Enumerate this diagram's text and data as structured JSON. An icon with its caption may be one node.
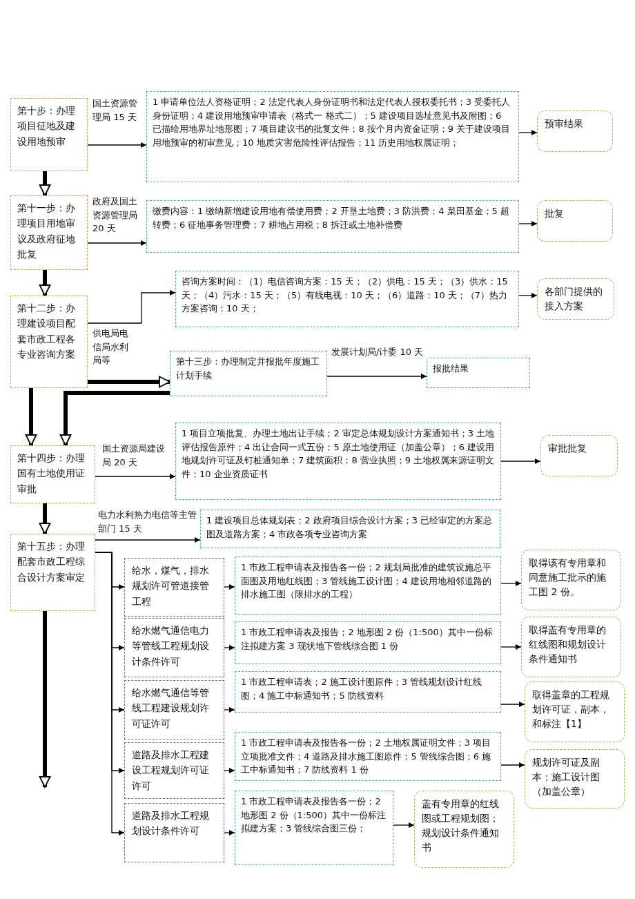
{
  "diagram": {
    "nodes": [
      {
        "text": [
          "第十步：办理项目征地及建设用地预审"
        ]
      },
      {
        "text": [
          "1 申请单位法人资格证明；2 法定代表人身份证明书和法定代表人授权委托书；3 受委托人身份证明；4 建设用地预审申请表（格式一 格式二）；5 建设项目选址意见书及附图；6 已描绘用地界址地形图；7 项目建议书的批复文件；8 按个月内资金证明；9 关于建设项目用地预审的初审意见；10 地质灾害危险性评估报告；11 历史用地权属证明；"
        ]
      },
      {
        "text": [
          "预审结果"
        ]
      },
      {
        "text": [
          "第十一步：办理项目用地审议及政府征地批复"
        ]
      },
      {
        "text": [
          "缴费内容：1 缴纳新增建设用地有偿使用费；2 开垦土地费；3 防洪费；4 菜田基金；5 超转费；6 征地事务管理费；7 耕地占用税；8 拆迁或土地补偿费"
        ]
      },
      {
        "text": [
          "批复"
        ]
      },
      {
        "text": [
          "第十二步：办理建设项目配套市政工程各专业咨询方案"
        ]
      },
      {
        "text": [
          "咨询方案时间：（1）电信咨询方案：15 天；（2）供电：15 天；（3）供水：15 天；（4）污水：15 天；（5）有线电视：10 天；（6）道路：10 天；（7）热力方案咨询：10 天；"
        ]
      },
      {
        "text": [
          "各部门提供的接入方案"
        ]
      },
      {
        "text": [
          "第十三步：办理制定并报批年度施工计划手续"
        ]
      },
      {
        "text": [
          "报批结果"
        ]
      },
      {
        "text": [
          "第十四步：办理国有土地使用证审批"
        ]
      },
      {
        "text": [
          "1 项目立项批复、办理土地出让手续；2 审定总体规划设计方案通知书；3 土地评估报告原件；4 出让合同一式五份；5 原土地使用证（加盖公章）；6 建设用地规划许可证及钉桩通知单；7 建筑面积；8 营业执照；9 土地权属来源证明文件；10 企业资质证书"
        ]
      },
      {
        "text": [
          "审批批复"
        ]
      },
      {
        "text": [
          "第十五步：办理配套市政工程综合设计方案审定"
        ]
      },
      {
        "text": [
          "1 建设项目总体规划表；2 政府项目综合设计方案；3 已经审定的方案总图及道路方案；4 市政各项专业咨询方案"
        ]
      },
      {
        "text": [
          "给水，煤气，排水规划许可管道接管工程"
        ]
      },
      {
        "text": [
          "1 市政工程申请表及报告各一份；2 规划局批准的建筑设施总平面图及用地红线图；3 管线施工设计图；4 建设用地相邻道路的排水施工图（限排水的工程）"
        ]
      },
      {
        "text": [
          "取得该有专用章和同意施工批示的施工图 2 份。"
        ]
      },
      {
        "text": [
          "给水燃气通信电力等管线工程规划设计条件许可"
        ]
      },
      {
        "text": [
          "1 市政工程申请表及报告；2 地形图 2 份（1:500）其中一份标注拟建方案 3 现状地下管线综合图 1 份"
        ]
      },
      {
        "text": [
          "取得盖有专用章的红线图和规划设计条件通知书"
        ]
      },
      {
        "text": [
          "给水燃气通信等管线工程建设规划许可证许可"
        ]
      },
      {
        "text": [
          "1 市政工程申请表；2 施工设计图原件；3 管线规划设计红线图；4 施工中标通知书；5 防线资料"
        ]
      },
      {
        "text": [
          "取得盖章的工程规划许可证，副本，和标注【1】"
        ]
      },
      {
        "text": [
          "道路及排水工程建设工程规划许可证许可"
        ]
      },
      {
        "text": [
          "1 市政工程申请表及报告各一份；2 土地权属证明文件；3 项目立项批准文件；4 道路及排水施工图原件；5 管线综合图；6 施工中标通知书；7 防线资料 1 份"
        ]
      },
      {
        "text": [
          "规划许可证及副本；施工设计图（加盖公章）"
        ]
      },
      {
        "text": [
          "道路及排水工程规划设计条件许可"
        ]
      },
      {
        "text": [
          "1 市政工程申请表及报告各一份；2 地形图 2 份（1:500）其中一份标注拟建方案；3 管线综合图三份；"
        ]
      },
      {
        "text": [
          "盖有专用章的红线图或工程规划图；规划设计条件通知书"
        ]
      }
    ],
    "edges": [
      {
        "from": 0,
        "to": 1,
        "arrow": "to",
        "label": "国土资源管理局 15 天"
      },
      {
        "from": 1,
        "to": 2,
        "arrow": "to"
      },
      {
        "from": 0,
        "to": 3,
        "arrow": "to",
        "style": "thick"
      },
      {
        "from": 3,
        "to": 4,
        "arrow": "to",
        "label": "政府及国土资源管理局 20 天"
      },
      {
        "from": 4,
        "to": 5,
        "arrow": "to"
      },
      {
        "from": 3,
        "to": 6,
        "arrow": "to",
        "style": "thick"
      },
      {
        "from": 6,
        "to": 7,
        "arrow": "to",
        "label": "供电局电信局水利局等"
      },
      {
        "from": 7,
        "to": 8,
        "arrow": "to"
      },
      {
        "from": 6,
        "to": 9,
        "arrow": "to",
        "style": "thick"
      },
      {
        "from": 9,
        "to": 10,
        "arrow": "to",
        "label": "发展计划局/计委 10 天"
      },
      {
        "from": 6,
        "to": 11,
        "arrow": "to",
        "style": "thick"
      },
      {
        "from": 9,
        "to": 11,
        "arrow": "to",
        "style": "thick"
      },
      {
        "from": 11,
        "to": 12,
        "arrow": "to",
        "label": "国土资源局建设局 20 天"
      },
      {
        "from": 12,
        "to": 13,
        "arrow": "to"
      },
      {
        "from": 11,
        "to": 14,
        "arrow": "to",
        "style": "thick"
      },
      {
        "from": 14,
        "to": 15,
        "arrow": "to",
        "label": "电力水利热力电信等主管部门 15 天"
      },
      {
        "from": 14,
        "to": 16,
        "arrow": "to"
      },
      {
        "from": 14,
        "to": 19,
        "arrow": "to"
      },
      {
        "from": 14,
        "to": 22,
        "arrow": "to"
      },
      {
        "from": 14,
        "to": 25,
        "arrow": "to"
      },
      {
        "from": 14,
        "to": 28,
        "arrow": "to"
      },
      {
        "from": 16,
        "to": 17,
        "arrow": "to"
      },
      {
        "from": 17,
        "to": 18,
        "arrow": "to"
      },
      {
        "from": 19,
        "to": 20,
        "arrow": "to"
      },
      {
        "from": 20,
        "to": 21,
        "arrow": "to"
      },
      {
        "from": 22,
        "to": 23,
        "arrow": "to"
      },
      {
        "from": 23,
        "to": 24,
        "arrow": "to"
      },
      {
        "from": 25,
        "to": 26,
        "arrow": "to"
      },
      {
        "from": 26,
        "to": 27,
        "arrow": "to"
      },
      {
        "from": 28,
        "to": 29,
        "arrow": "to"
      },
      {
        "from": 29,
        "to": 30,
        "arrow": "to"
      },
      {
        "from": 14,
        "to": null,
        "arrow": "to",
        "style": "thick"
      }
    ]
  }
}
